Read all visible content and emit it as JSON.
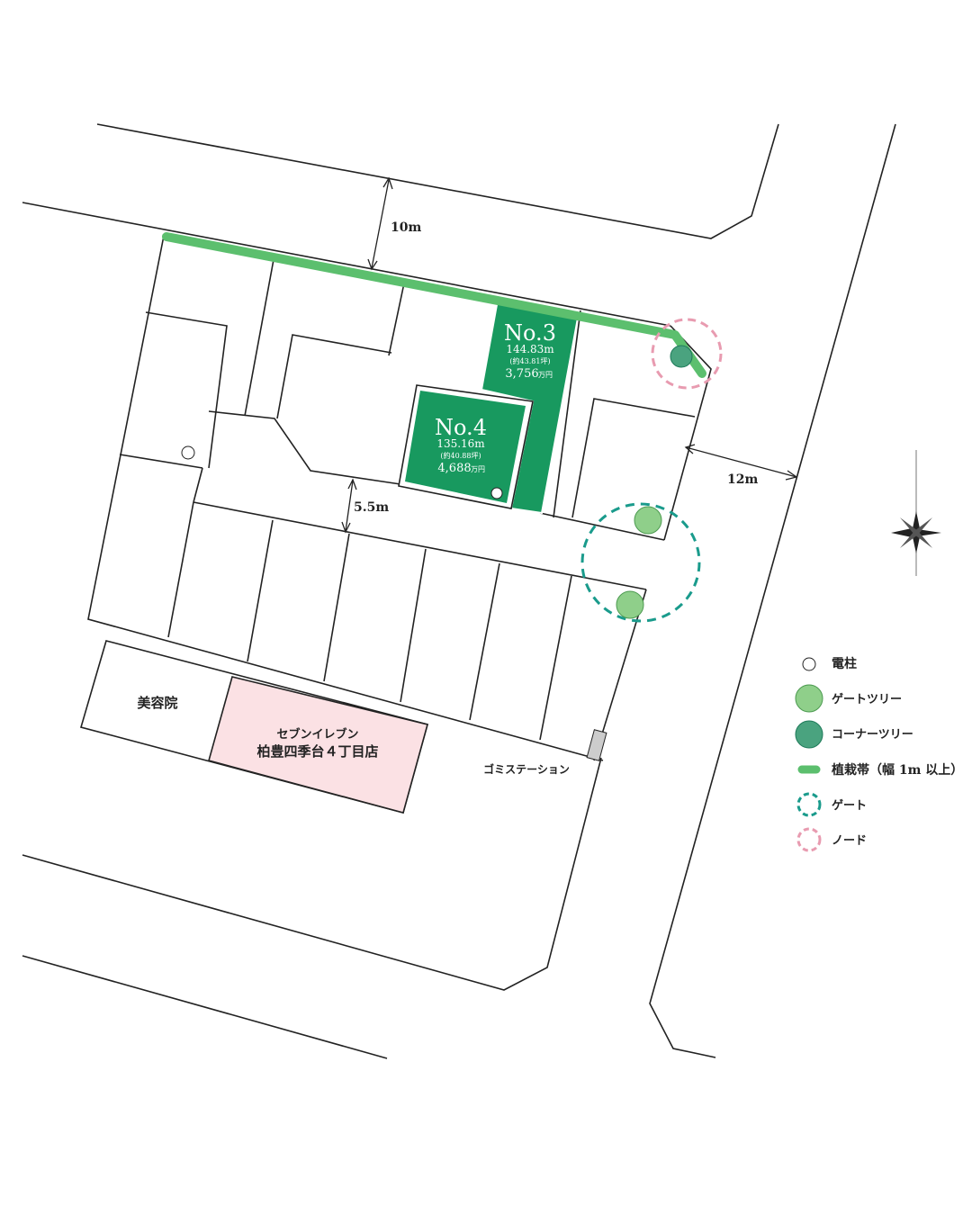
{
  "colors": {
    "lot": "#18995f",
    "belt": "#5cbf6e",
    "gate_tree": "#8fcf8a",
    "corner_tree": "#4aa37f",
    "gate": "#1a9b8c",
    "node": "#e89bb0",
    "shop": "#fbe1e4"
  },
  "roads": {
    "north_width": "10m",
    "east_width": "12m",
    "inner_width": "5.5m"
  },
  "lots": [
    {
      "no": "No.3",
      "area": "144.83m",
      "tsubo": "(約43.81坪)",
      "price": "3,756",
      "unit": "万円"
    },
    {
      "no": "No.4",
      "area": "135.16m",
      "tsubo": "(約40.88坪)",
      "price": "4,688",
      "unit": "万円"
    }
  ],
  "places": {
    "salon": "美容院",
    "store_line1": "セブンイレブン",
    "store_line2": "柏豊四季台４丁目店",
    "garbage": "ゴミステーション"
  },
  "legend": [
    {
      "icon": "utility-pole-icon",
      "label": "電柱"
    },
    {
      "icon": "gate-tree-icon",
      "label": "ゲートツリー"
    },
    {
      "icon": "corner-tree-icon",
      "label": "コーナーツリー"
    },
    {
      "icon": "planting-belt-icon",
      "label": "植栽帯（幅 1m 以上）"
    },
    {
      "icon": "gate-icon",
      "label": "ゲート"
    },
    {
      "icon": "node-icon",
      "label": "ノード"
    }
  ]
}
